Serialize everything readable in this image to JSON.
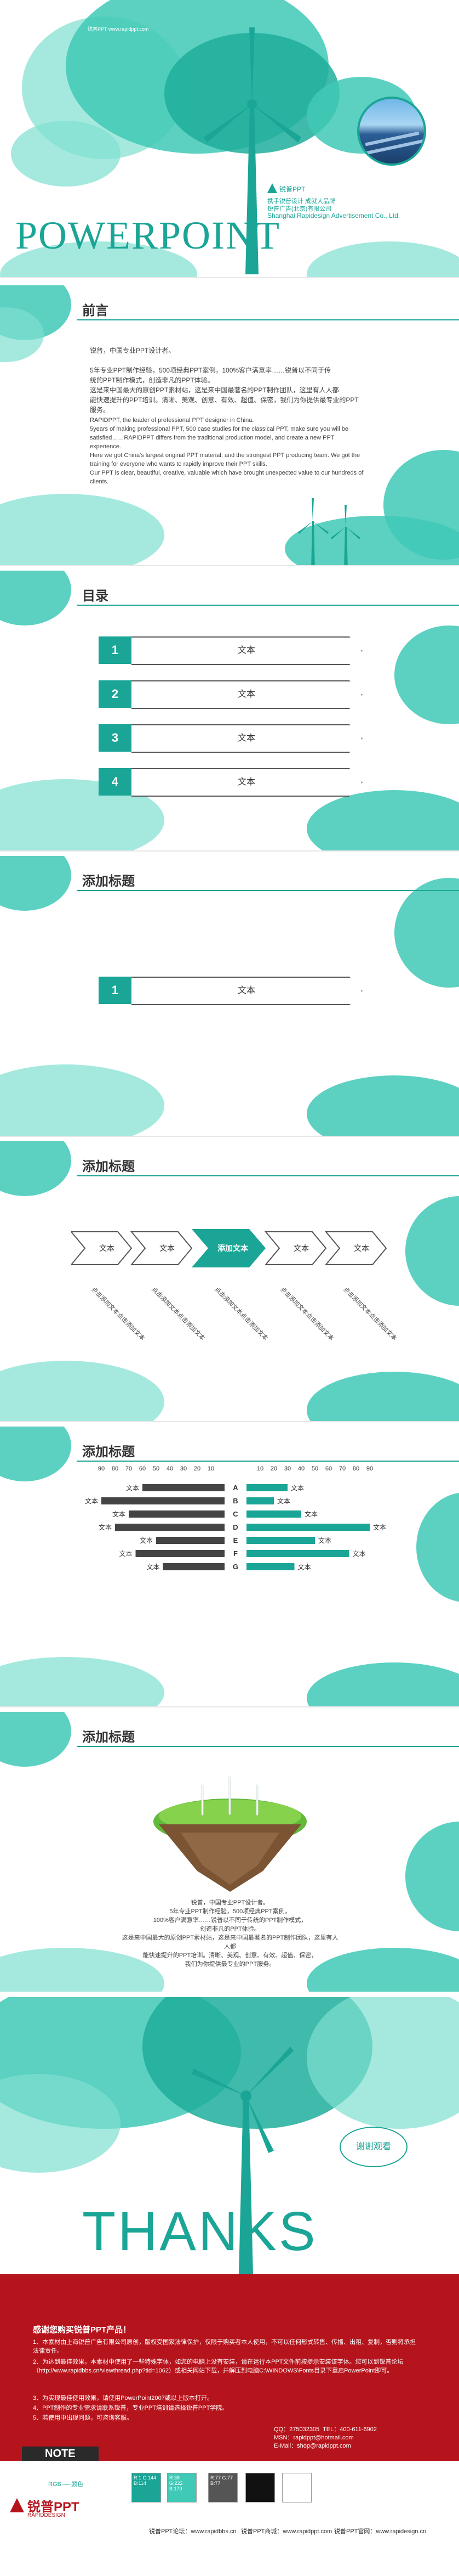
{
  "cover": {
    "brand_cn": "锐普PPT",
    "tagline_cn": "携手锐普设计 成就大品牌",
    "company_cn": "锐普广告(北京)有限公司",
    "company_en": "Shanghai Rapidesign Advertisement Co., Ltd.",
    "title": "POWERPOINT",
    "top_small_1": "锐普PPT  www.rapidppt.com",
    "top_small_2": "锐普PPT  www.rapidppt.com"
  },
  "preface": {
    "title": "前言",
    "para_cn": "锐普，中国专业PPT设计者。\n\n5年专业PPT制作经验，500项经典PPT案例，100%客户满意率……锐普以不同于传\n统的PPT制作模式，创造非凡的PPT体验。\n这是来中国最大的原创PPT素材站，这是来中国最著名的PPT制作团队，这里有人人都\n能快速提升的PPT培训。清晰、美观、创意、有效、超值、保密，我们为你提供最专业的PPT服务。",
    "para_en": "RAPIDPPT, the leader of professional PPT designer in China.\n5years of making professional PPT, 500 case studies for the classical PPT, make sure you will be satisfied……RAPIDPPT differs from the traditional production model, and create a new PPT experience.\nHere we got China's largest original PPT material, and the strongest PPT producing team. We got the training for everyone who wants to rapidly improve their PPT skills.\nOur PPT is clear, beautiful, creative, valuable which have brought unexpected value to our hundreds of clients."
  },
  "toc": {
    "title": "目录",
    "items": [
      {
        "num": "1",
        "label": "文本"
      },
      {
        "num": "2",
        "label": "文本"
      },
      {
        "num": "3",
        "label": "文本"
      },
      {
        "num": "4",
        "label": "文本"
      }
    ]
  },
  "section1": {
    "title": "添加标题",
    "num": "1",
    "label": "文本"
  },
  "process": {
    "title": "添加标题",
    "steps": [
      "文本",
      "文本",
      "添加文本",
      "文本",
      "文本"
    ],
    "diag_labels": [
      "点击添加文本点击添加文本",
      "点击添加文本点击添加文本",
      "点击添加文本点击添加文本",
      "点击添加文本点击添加文本",
      "点击添加文本点击添加文本"
    ]
  },
  "barslide": {
    "title": "添加标题"
  },
  "chart_data": {
    "type": "bar",
    "categories": [
      "A",
      "B",
      "C",
      "D",
      "E",
      "F",
      "G"
    ],
    "series": [
      {
        "values": [
          60,
          90,
          70,
          80,
          50,
          65,
          45
        ]
      },
      {
        "values": [
          30,
          20,
          40,
          90,
          50,
          75,
          35
        ]
      }
    ],
    "left_ticks": [
      "90",
      "80",
      "70",
      "60",
      "50",
      "40",
      "30",
      "20",
      "10"
    ],
    "right_ticks": [
      "10",
      "20",
      "30",
      "40",
      "50",
      "60",
      "70",
      "80",
      "90"
    ],
    "bar_label": "文本",
    "colors": {
      "left": "#444444",
      "right": "#1aa596"
    }
  },
  "island": {
    "title": "添加标题",
    "text": "锐普，中国专业PPT设计者。\n5年专业PPT制作经验，500项经典PPT案例，\n100%客户满意率……锐普以不同于传统的PPT制作模式，\n创造非凡的PPT体验。\n这是来中国最大的原创PPT素材站，这是来中国最著名的PPT制作团队，这里有人人都\n能快速提升的PPT培训。清晰、美观、创意、有效、超值、保密，\n我们为你提供最专业的PPT服务。"
  },
  "thanks": {
    "stamp": "谢谢观看",
    "title": "THANKS"
  },
  "footer": {
    "heading": "感谢您购买锐普PPT产品！",
    "items": [
      "1、本素材由上海锐普广告有限公司原创，版权受国家法律保护，仅限于购买者本人使用，不可以任何形式转售、传播、出租、复制，否则将承担法律责任。",
      "2、为达到最佳效果，本素材中使用了一些特殊字体，如您的电脑上没有安装，请在运行本PPT文件前按提示安装该字体。您可以到锐普论坛（http://www.rapidbbs.cn/viewthread.php?tid=1062）或相关网站下载，并解压到电脑C:\\WINDOWS\\Fonts目录下重启PowerPoint即可。",
      "3、为实现最佳使用效果，请使用PowerPoint2007或以上版本打开。",
      "4、PPT制作的专业需求请联系锐普，专业PPT培训请选择锐普PPT学院。",
      "5、若使用中出现问题，可咨询客服。"
    ],
    "contact": "QQ：275032305  TEL：400-611-6902\nMSN：rapidppt@hotmail.com\nE-Mail：shop@rapidppt.com",
    "note": "NOTE"
  },
  "bottom": {
    "brand": "锐普PPT",
    "brand_en": "RAPIDDESIGN",
    "rgb_label": "RGB·—·颜色",
    "swatches": [
      {
        "color": "#1aa596",
        "text": "R:1 G:144 B:114"
      },
      {
        "color": "#3fc9b6",
        "text": "R:38 G:222 B:179"
      },
      {
        "color": "#555555",
        "text": "R:77 G:77 B:77"
      },
      {
        "color": "#111111",
        "text": ""
      },
      {
        "color": "#ffffff",
        "text": ""
      }
    ],
    "links": [
      "锐普PPT论坛：www.rapidbbs.cn",
      "锐普PPT商城：www.rapidppt.com",
      "锐普PPT官网：www.rapidesign.cn"
    ]
  }
}
